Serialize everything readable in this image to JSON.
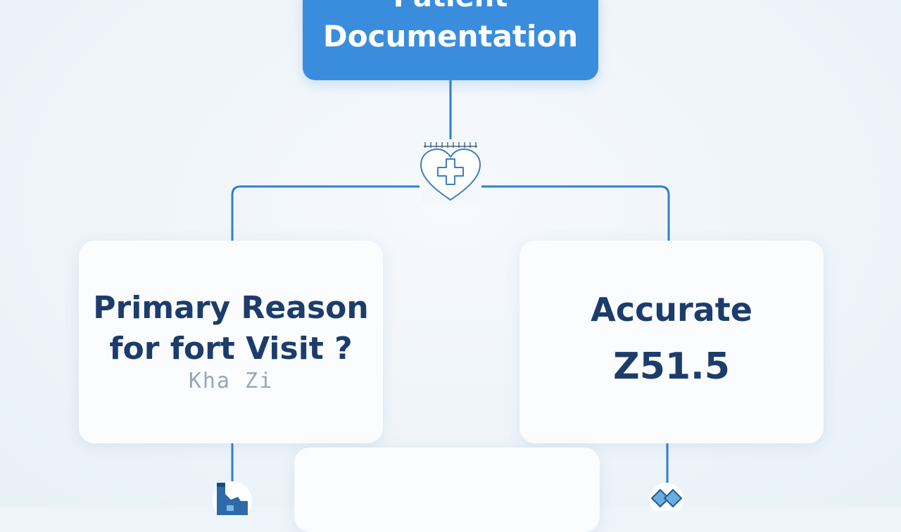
{
  "header_node": {
    "line1": "Patient",
    "line2": "Documentation"
  },
  "left_card": {
    "line1": "Primary Reason",
    "line2": "for fort Visit ?",
    "line3": "Kha Zi"
  },
  "right_card": {
    "line1": "Accurate",
    "line2": "Z51.5"
  },
  "icons": {
    "center": "heart-medical-cross-icon",
    "bottom_left": "medical-bottle-icon",
    "bottom_right": "diamond-shapes-icon"
  },
  "colors": {
    "accent": "#3a8ddd",
    "connector": "#2f80d0",
    "text_dark": "#1c3d6b",
    "background": "#eef4fa"
  }
}
